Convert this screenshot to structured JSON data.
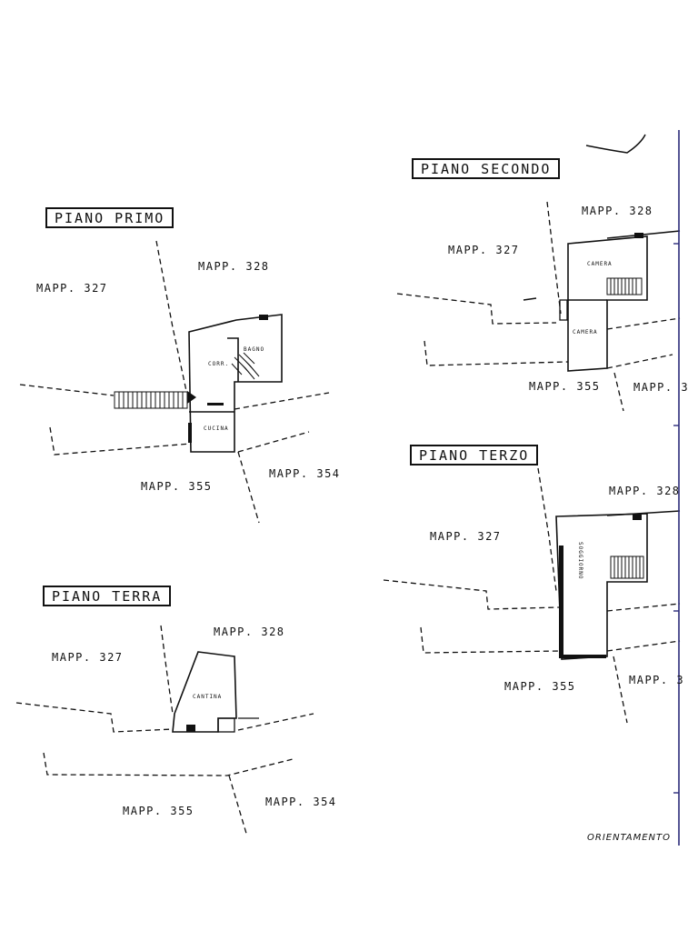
{
  "floors": {
    "primo": {
      "title": "PIANO PRIMO",
      "parcels": [
        "MAPP. 327",
        "MAPP. 328",
        "MAPP. 355",
        "MAPP. 354"
      ],
      "rooms": [
        "CORR.",
        "BAGNO",
        "CUCINA"
      ]
    },
    "terra": {
      "title": "PIANO TERRA",
      "parcels": [
        "MAPP. 327",
        "MAPP. 328",
        "MAPP. 355",
        "MAPP. 354"
      ],
      "rooms": [
        "CANTINA"
      ]
    },
    "secondo": {
      "title": "PIANO SECONDO",
      "parcels": [
        "MAPP. 327",
        "MAPP. 328",
        "MAPP. 355",
        "MAPP. 3"
      ],
      "rooms": [
        "CAMERA",
        "CAMERA"
      ]
    },
    "terzo": {
      "title": "PIANO TERZO",
      "parcels": [
        "MAPP. 327",
        "MAPP. 328",
        "MAPP. 355",
        "MAPP. 3"
      ],
      "rooms": [
        "SOGGIORNO"
      ]
    }
  },
  "orientation_label": "ORIENTAMENTO"
}
